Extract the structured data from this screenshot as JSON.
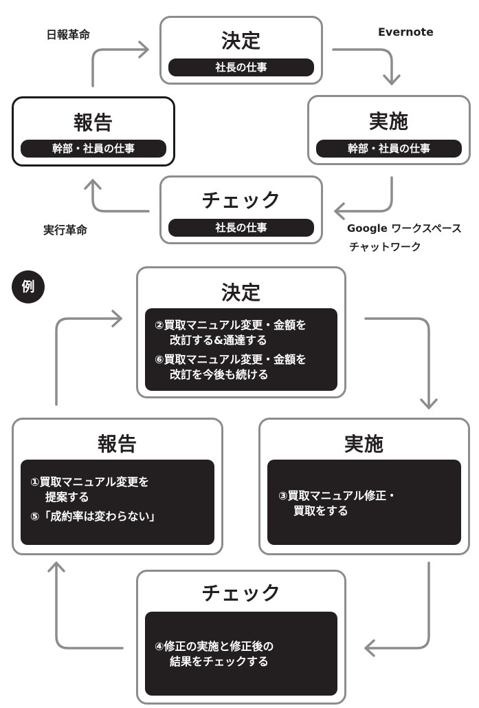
{
  "top_cycle": {
    "decide": {
      "title": "決定",
      "role": "社長の仕事"
    },
    "execute": {
      "title": "実施",
      "role": "幹部・社員の仕事"
    },
    "check": {
      "title": "チェック",
      "role": "社長の仕事"
    },
    "report": {
      "title": "報告",
      "role": "幹部・社員の仕事"
    },
    "labels": {
      "nippo": "日報革命",
      "evernote": "Evernote",
      "jikko": "実行革命",
      "google_1": "Google ワークスペース",
      "google_2": "チャットワーク"
    }
  },
  "example": {
    "badge": "例",
    "decide": {
      "title": "決定",
      "items": [
        {
          "l1": "②買取マニュアル変更・金額を",
          "l2": "改訂する&通達する"
        },
        {
          "l1": "⑥買取マニュアル変更・金額を",
          "l2": "改訂を今後も続ける"
        }
      ]
    },
    "execute": {
      "title": "実施",
      "items": [
        {
          "l1": "③買取マニュアル修正・",
          "l2": "買取をする"
        }
      ]
    },
    "check": {
      "title": "チェック",
      "items": [
        {
          "l1": "④修正の実施と修正後の",
          "l2": "結果をチェックする"
        }
      ]
    },
    "report": {
      "title": "報告",
      "items": [
        {
          "l1": "①買取マニュアル変更を",
          "l2": "提案する"
        },
        {
          "l1": "⑤「成約率は変わらない」",
          "l2": ""
        }
      ]
    }
  }
}
